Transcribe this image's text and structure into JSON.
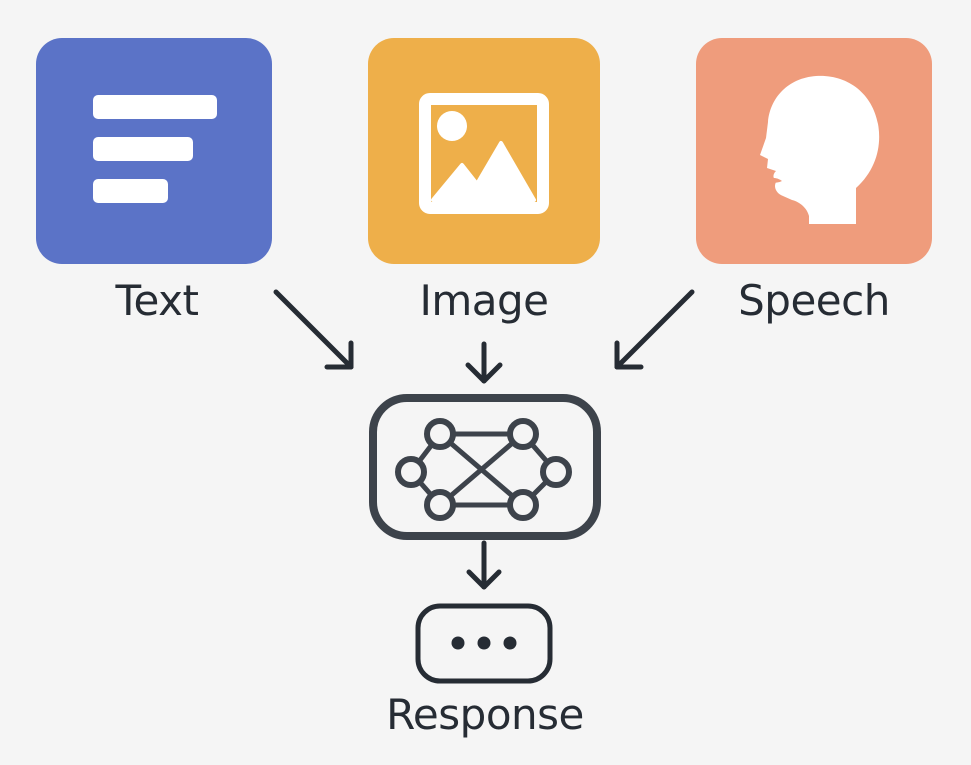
{
  "inputs": [
    {
      "id": "text",
      "label": "Text",
      "color": "#5b73c7",
      "icon": "text-lines-icon"
    },
    {
      "id": "image",
      "label": "Image",
      "color": "#eeaf4a",
      "icon": "picture-icon"
    },
    {
      "id": "speech",
      "label": "Speech",
      "color": "#ef9c7c",
      "icon": "speaking-head-icon"
    }
  ],
  "model": {
    "icon": "neural-network-icon",
    "stroke": "#3d434b"
  },
  "output": {
    "label": "Response",
    "icon": "chat-ellipsis-icon"
  }
}
